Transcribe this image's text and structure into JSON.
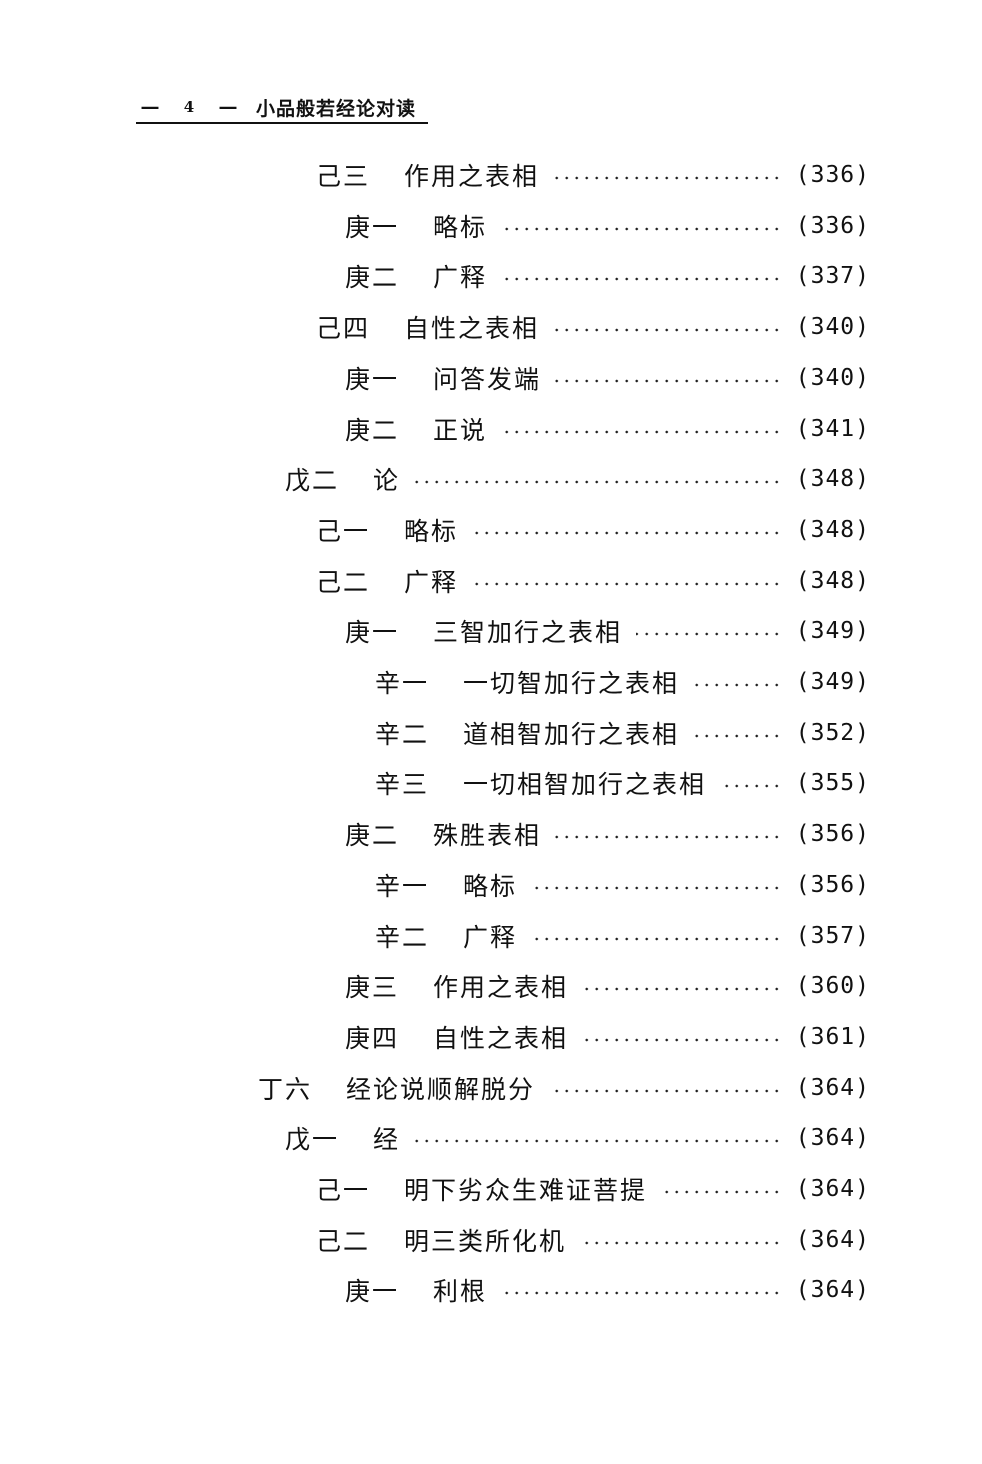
{
  "header": {
    "dash_left": "—",
    "page_number": "4",
    "dash_right": "—",
    "book_title": "小品般若经论对读"
  },
  "entries": [
    {
      "level": 2,
      "prefix": "己三",
      "title": "作用之表相",
      "page": "(336)"
    },
    {
      "level": 3,
      "prefix": "庚一",
      "title": "略标",
      "page": "(336)"
    },
    {
      "level": 3,
      "prefix": "庚二",
      "title": "广释",
      "page": "(337)"
    },
    {
      "level": 2,
      "prefix": "己四",
      "title": "自性之表相",
      "page": "(340)"
    },
    {
      "level": 3,
      "prefix": "庚一",
      "title": "问答发端",
      "page": "(340)"
    },
    {
      "level": 3,
      "prefix": "庚二",
      "title": "正说",
      "page": "(341)"
    },
    {
      "level": 1,
      "prefix": "戊二",
      "title": "论",
      "page": "(348)"
    },
    {
      "level": 2,
      "prefix": "己一",
      "title": "略标",
      "page": "(348)"
    },
    {
      "level": 2,
      "prefix": "己二",
      "title": "广释",
      "page": "(348)"
    },
    {
      "level": 3,
      "prefix": "庚一",
      "title": "三智加行之表相",
      "page": "(349)"
    },
    {
      "level": 4,
      "prefix": "辛一",
      "title": "一切智加行之表相",
      "page": "(349)"
    },
    {
      "level": 4,
      "prefix": "辛二",
      "title": "道相智加行之表相",
      "page": "(352)"
    },
    {
      "level": 4,
      "prefix": "辛三",
      "title": "一切相智加行之表相",
      "page": "(355)"
    },
    {
      "level": 3,
      "prefix": "庚二",
      "title": "殊胜表相",
      "page": "(356)"
    },
    {
      "level": 4,
      "prefix": "辛一",
      "title": "略标",
      "page": "(356)"
    },
    {
      "level": 4,
      "prefix": "辛二",
      "title": "广释",
      "page": "(357)"
    },
    {
      "level": 3,
      "prefix": "庚三",
      "title": "作用之表相",
      "page": "(360)"
    },
    {
      "level": 3,
      "prefix": "庚四",
      "title": "自性之表相",
      "page": "(361)"
    },
    {
      "level": 0,
      "prefix": "丁六",
      "title": "经论说顺解脱分",
      "page": "(364)"
    },
    {
      "level": 1,
      "prefix": "戊一",
      "title": "经",
      "page": "(364)"
    },
    {
      "level": 2,
      "prefix": "己一",
      "title": "明下劣众生难证菩提",
      "page": "(364)"
    },
    {
      "level": 2,
      "prefix": "己二",
      "title": "明三类所化机",
      "page": "(364)"
    },
    {
      "level": 3,
      "prefix": "庚一",
      "title": "利根",
      "page": "(364)"
    }
  ]
}
